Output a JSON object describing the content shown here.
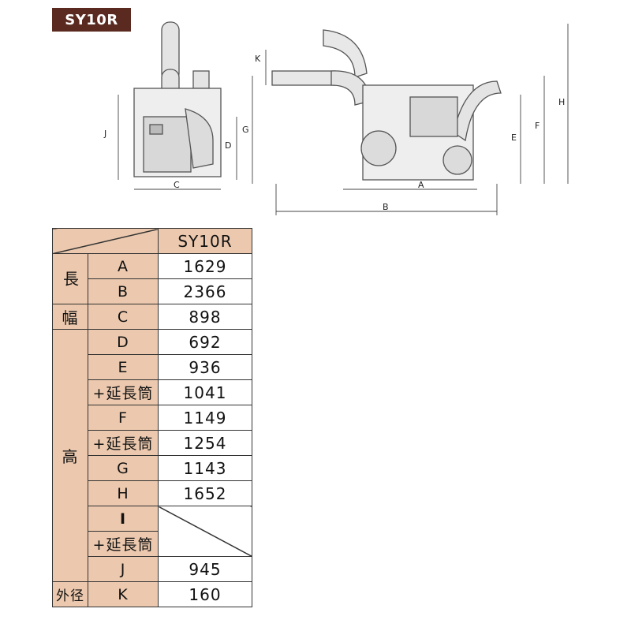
{
  "model_badge": "SY10R",
  "diagram": {
    "side_labels": [
      "J",
      "D",
      "C",
      "G",
      "K"
    ],
    "front_labels": [
      "A",
      "B",
      "E",
      "F",
      "H"
    ]
  },
  "table": {
    "header_model": "SY10R",
    "groups": {
      "length": "長",
      "width": "幅",
      "height": "高",
      "outer_diameter": "外径"
    },
    "rows": [
      {
        "key": "A",
        "value": "1629"
      },
      {
        "key": "B",
        "value": "2366"
      },
      {
        "key": "C",
        "value": "898"
      },
      {
        "key": "D",
        "value": "692"
      },
      {
        "key": "E",
        "value": "936"
      },
      {
        "key": "+延長筒",
        "value": "1041"
      },
      {
        "key": "F",
        "value": "1149"
      },
      {
        "key": "+延長筒",
        "value": "1254"
      },
      {
        "key": "G",
        "value": "1143"
      },
      {
        "key": "H",
        "value": "1652"
      },
      {
        "key": "I",
        "value": ""
      },
      {
        "key": "+延長筒",
        "value": ""
      },
      {
        "key": "J",
        "value": "945"
      },
      {
        "key": "K",
        "value": "160"
      }
    ]
  }
}
